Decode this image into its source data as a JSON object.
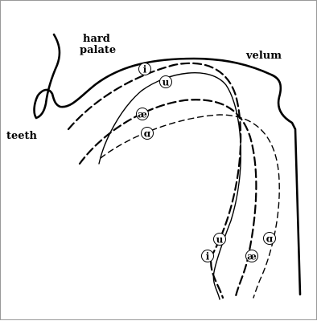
{
  "labels": {
    "hard": "hard",
    "palate": "palate",
    "velum": "velum",
    "teeth": "teeth"
  },
  "vowels": {
    "i": "i",
    "u": "u",
    "ae": "æ",
    "a": "ɑ"
  },
  "colors": {
    "ink": "#000000",
    "frame": "#999999"
  }
}
